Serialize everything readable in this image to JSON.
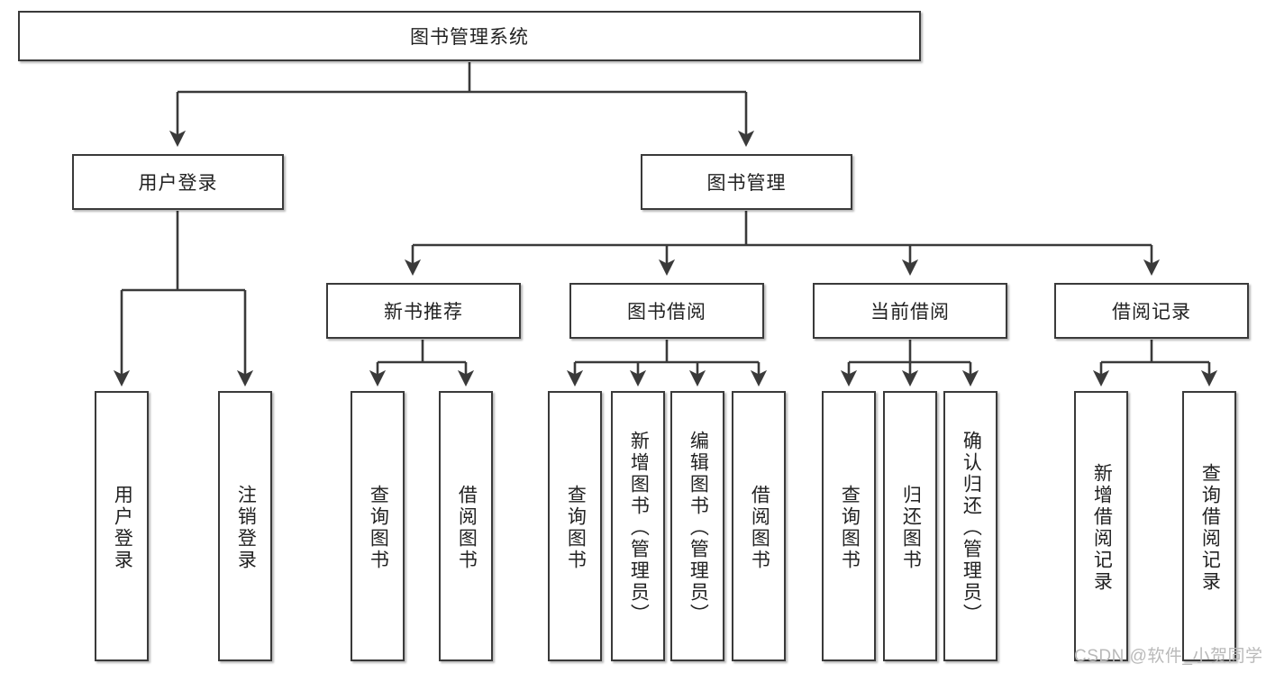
{
  "diagram": {
    "title": "图书管理系统",
    "type": "tree-hierarchy-functional-decomposition",
    "orientation": "top-down",
    "style": {
      "box_fill": "#ffffff",
      "box_border": "#3a3a3a",
      "text_color": "#222222",
      "connector_color": "#3a3a3a",
      "background": "#ffffff"
    }
  },
  "root": {
    "label": "图书管理系统"
  },
  "level2": [
    {
      "label": "用户登录"
    },
    {
      "label": "图书管理"
    }
  ],
  "level3": [
    {
      "label": "新书推荐"
    },
    {
      "label": "图书借阅"
    },
    {
      "label": "当前借阅"
    },
    {
      "label": "借阅记录"
    }
  ],
  "leaves": {
    "user_login": [
      {
        "label": "用户登录"
      },
      {
        "label": "注销登录"
      }
    ],
    "new_book_recommend": [
      {
        "label": "查询图书"
      },
      {
        "label": "借阅图书"
      }
    ],
    "book_borrow": [
      {
        "label": "查询图书"
      },
      {
        "label": "新增图书（管理员）"
      },
      {
        "label": "编辑图书（管理员）"
      },
      {
        "label": "借阅图书"
      }
    ],
    "current_borrow": [
      {
        "label": "查询图书"
      },
      {
        "label": "归还图书"
      },
      {
        "label": "确认归还（管理员）"
      }
    ],
    "borrow_record": [
      {
        "label": "新增借阅记录"
      },
      {
        "label": "查询借阅记录"
      }
    ]
  },
  "watermark": {
    "text": "CSDN @软件_小贺同学"
  }
}
